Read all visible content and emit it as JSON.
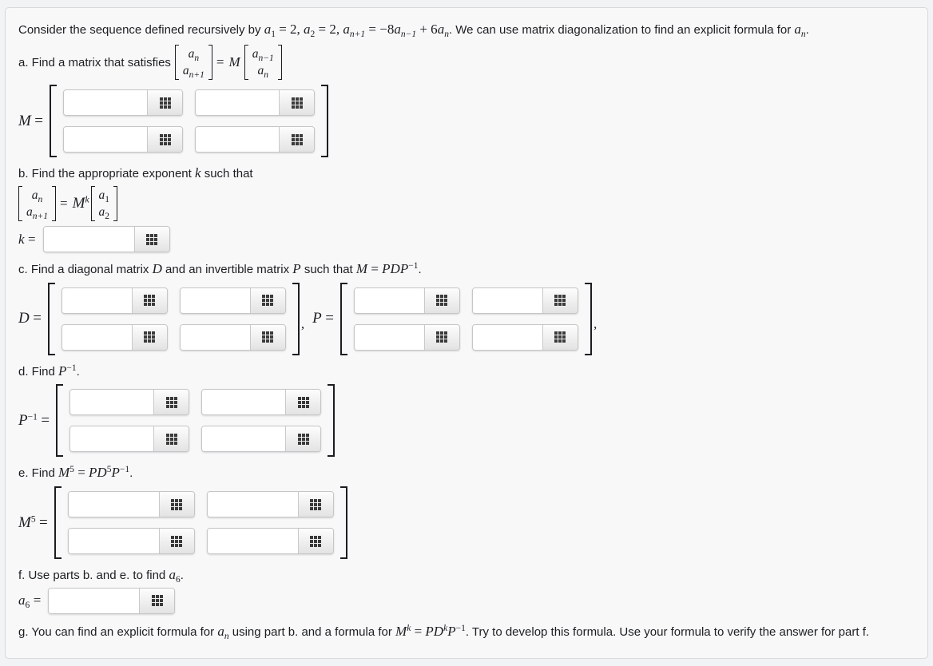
{
  "colors": {
    "page_bg": "#f2f3f5",
    "panel_bg": "#f8f8f9",
    "panel_border": "#d8d9db",
    "control_border": "#c6c6c6",
    "bracket": "#1b1d21",
    "mathpad_icon": "#3b3b3b"
  },
  "sym": {
    "a": "a",
    "M": "M",
    "D": "D",
    "P": "P",
    "k": "k",
    "n": "n",
    "n_plus_1": "n+1",
    "n_minus_1": "n−1",
    "one": "1",
    "two": "2",
    "five": "5",
    "six": "6",
    "neg_one": "−1",
    "eq": "=",
    "comma": ",",
    "period": "."
  },
  "intro": {
    "lead": "Consider the sequence defined recursively by ",
    "equals_two": " = 2, ",
    "rec_left": " = −8",
    "rec_right": " + 6",
    "tail": ". We can use matrix diagonalization to find an explicit formula for ",
    "period": "."
  },
  "part_a": {
    "text": "a. Find a matrix that satisfies"
  },
  "part_b": {
    "text_before": "b. Find the appropriate exponent ",
    "text_after": " such that"
  },
  "part_c": {
    "text1": "c. Find a diagonal matrix ",
    "text2": " and an invertible matrix ",
    "text3": " such that ",
    "eq_m": "M",
    "eq_mid": " = ",
    "eq_pdp": "PDP",
    "eq_sup": "−1",
    "period": "."
  },
  "part_d": {
    "text": "d. Find ",
    "period": "."
  },
  "part_e": {
    "text": "e. Find ",
    "m": "M",
    "m_sup": "5",
    "mid": " = ",
    "pd": "PD",
    "d_sup": "5",
    "p": "P",
    "p_sup": "−1",
    "period": "."
  },
  "part_f": {
    "text": "f. Use parts b. and e. to find ",
    "period": "."
  },
  "part_g": {
    "text1": "g. You can find an explicit formula for ",
    "text2": " using part b. and a formula for ",
    "m": "M",
    "m_sup": "k",
    "mid": " = ",
    "pd": "PD",
    "d_sup": "k",
    "p": "P",
    "p_sup": "−1",
    "text3": ". Try to develop this formula. Use your formula to verify the answer for part f."
  },
  "inputs": {
    "M": {
      "r1c1": "",
      "r1c2": "",
      "r2c1": "",
      "r2c2": ""
    },
    "k": "",
    "D": {
      "r1c1": "",
      "r1c2": "",
      "r2c1": "",
      "r2c2": ""
    },
    "P": {
      "r1c1": "",
      "r1c2": "",
      "r2c1": "",
      "r2c2": ""
    },
    "P_inv": {
      "r1c1": "",
      "r1c2": "",
      "r2c1": "",
      "r2c2": ""
    },
    "M5": {
      "r1c1": "",
      "r1c2": "",
      "r2c1": "",
      "r2c2": ""
    },
    "a6": ""
  }
}
